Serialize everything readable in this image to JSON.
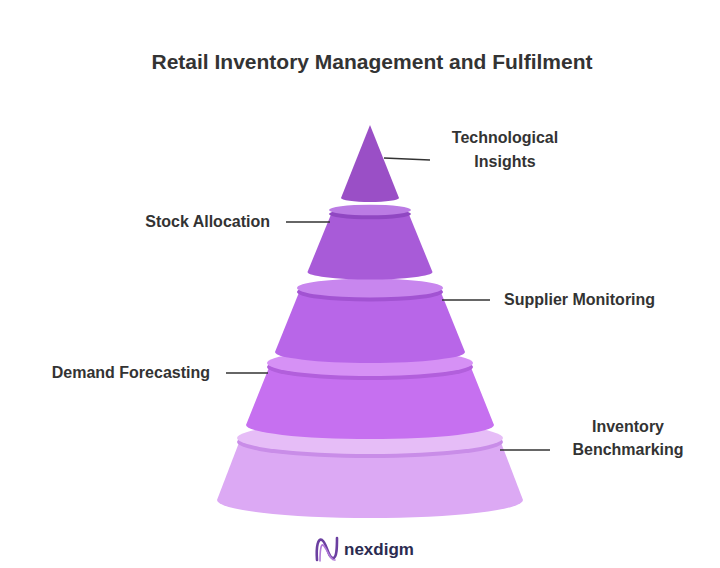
{
  "diagram": {
    "title": "Retail Inventory Management and Fulfilment",
    "labels": [
      "Technological Insights",
      "Stock Allocation",
      "Supplier Monitoring",
      "Demand Forecasting",
      "Inventory Benchmarking",
      "nexdigm"
    ]
  }
}
